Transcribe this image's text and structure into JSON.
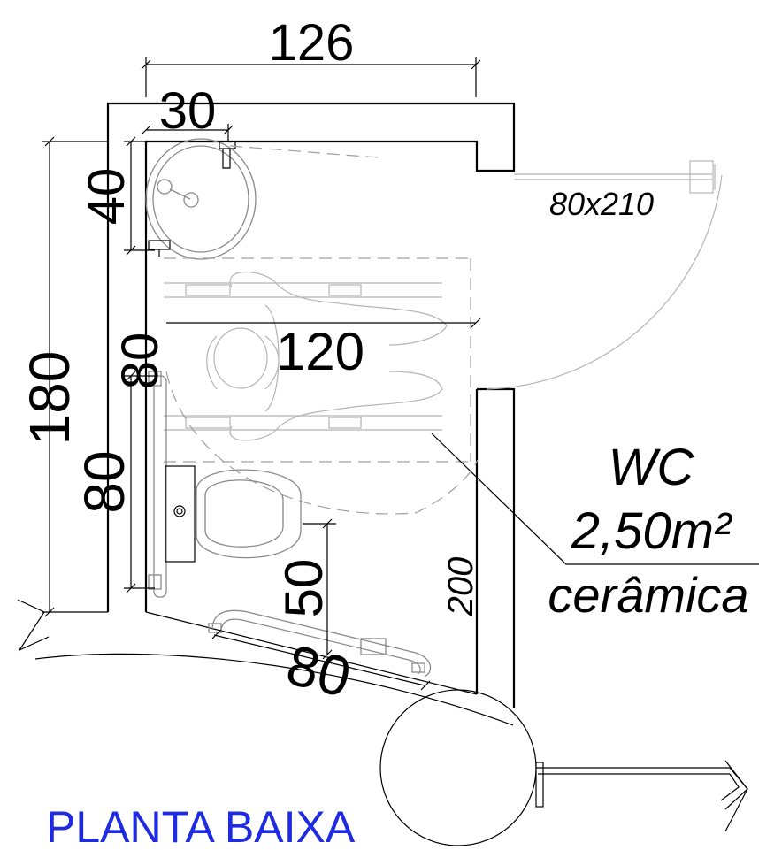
{
  "title": "PLANTA BAIXA",
  "dimensions": {
    "total_width": "126",
    "sink_width": "30",
    "sink_depth": "40",
    "total_depth": "180",
    "grab_bar_upper": "80",
    "grab_bar_lower": "80",
    "clear_space": "120",
    "wall_length": "200",
    "toilet_offset": "50",
    "rear_bar": "80"
  },
  "door": {
    "label": "80x210"
  },
  "room": {
    "name": "WC",
    "area": "2,50m²",
    "finish": "cerâmica"
  },
  "colors": {
    "title": "#1f2be0",
    "lines": "#000000",
    "furniture": "#8a8a8a"
  }
}
